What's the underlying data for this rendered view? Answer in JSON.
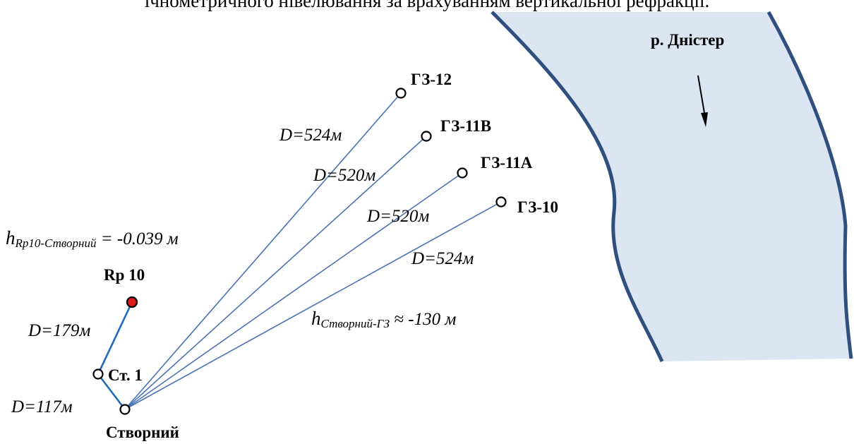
{
  "header_text": "ічнометричного нівелювання за врахуванням вертикальної рефракції.",
  "river": {
    "label": "р. Дністер",
    "fill": "#dce5f2",
    "bank": "#2f4f7f"
  },
  "colors": {
    "sight_line": "#4a74b4",
    "traverse": "#1f6cbf",
    "benchmark_fill": "#e01b1b"
  },
  "points": {
    "gz12": "ГЗ-12",
    "gz11b": "ГЗ-11В",
    "gz11a": "ГЗ-11А",
    "gz10": "ГЗ-10",
    "rp10": "Rp 10",
    "st1": "Ст. 1",
    "stvornyi": "Створний"
  },
  "distances": {
    "gz12": "D=524м",
    "gz11b": "D=520м",
    "gz11a": "D=520м",
    "gz10": "D=524м",
    "rp10_st1": "D=179м",
    "st1_stvornyi": "D=117м"
  },
  "heights": {
    "rp10": {
      "symbol": "h",
      "subscript": "Rp10-Створний",
      "value": " = -0.039 м"
    },
    "gz": {
      "symbol": "h",
      "subscript": "Створний-ГЗ",
      "value": " ≈ -130 м"
    }
  }
}
